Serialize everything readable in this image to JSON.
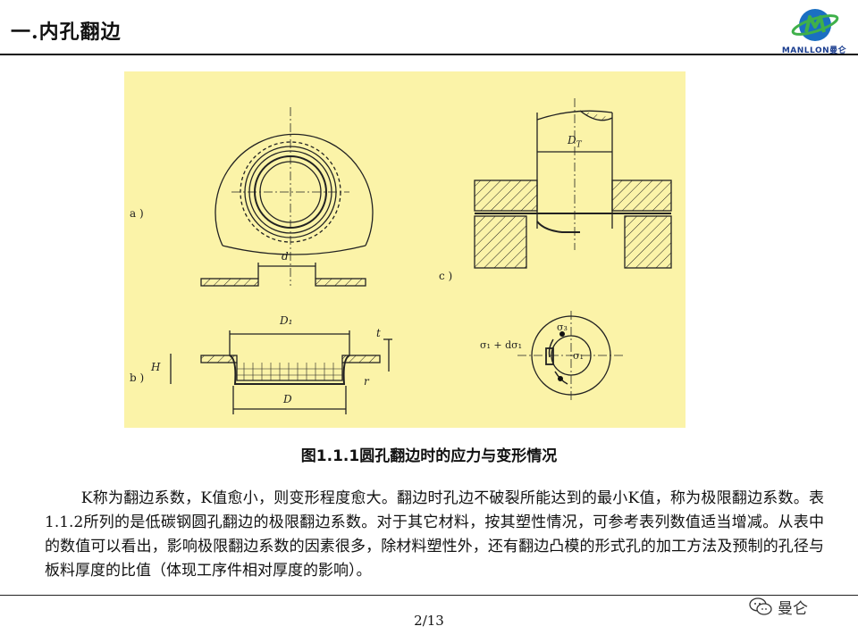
{
  "header": {
    "title": "一.内孔翻边",
    "logo_text": "MANLLON曼仑"
  },
  "figure": {
    "labels": {
      "a": "a )",
      "b": "b )",
      "c": "c )",
      "d": "d",
      "D1": "D₁",
      "D": "D",
      "H": "H",
      "t": "t",
      "r": "r",
      "DT": "D",
      "DT_sub": "T",
      "sigma_eq": "σ₁ + dσ₁",
      "sigma3": "σ₃",
      "sigma1": "σ₁"
    },
    "caption": "图1.1.1圆孔翻边时的应力与变形情况"
  },
  "body": {
    "paragraph": "K称为翻边系数，K值愈小，则变形程度愈大。翻边时孔边不破裂所能达到的最小K值，称为极限翻边系数。表1.1.2所列的是低碳钢圆孔翻边的极限翻边系数。对于其它材料，按其塑性情况，可参考表列数值适当增减。从表中的数值可以看出，影响极限翻边系数的因素很多，除材料塑性外，还有翻边凸模的形式孔的加工方法及预制的孔径与板料厚度的比值（体现工序件相对厚度的影响）。"
  },
  "footer": {
    "page": "2/13",
    "watermark": "曼仑"
  },
  "colors": {
    "figure_bg": "#fbf3a8",
    "line": "#111111",
    "logo_blue": "#1a3d8f",
    "logo_green": "#3fb04a"
  }
}
